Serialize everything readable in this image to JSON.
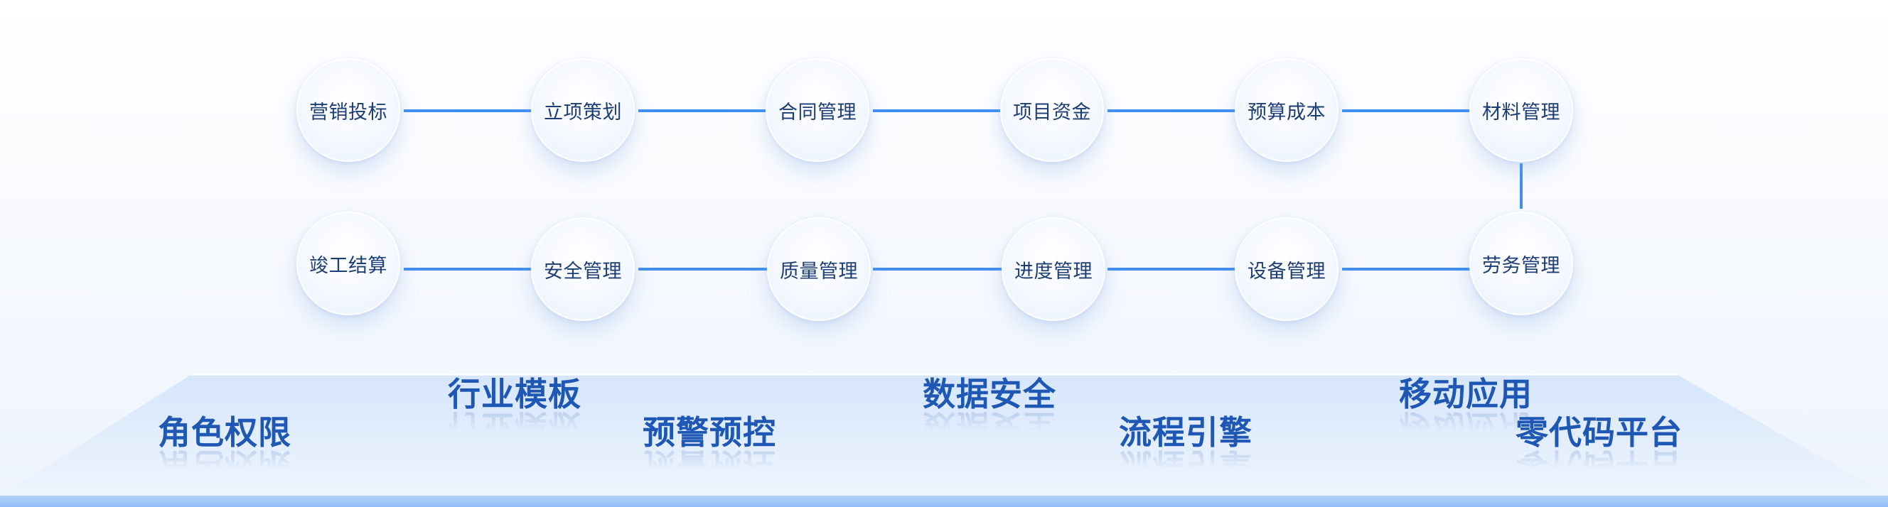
{
  "flow": {
    "row1": [
      "营销投标",
      "立项策划",
      "合同管理",
      "项目资金",
      "预算成本",
      "材料管理"
    ],
    "row2": [
      "竣工结算",
      "安全管理",
      "质量管理",
      "进度管理",
      "设备管理",
      "劳务管理"
    ]
  },
  "features": {
    "top": [
      "行业模板",
      "数据安全",
      "移动应用"
    ],
    "bottom": [
      "角色权限",
      "预警预控",
      "流程引擎",
      "零代码平台"
    ]
  },
  "colors": {
    "connector": "#3f8ff0",
    "node_text": "#1d3d75",
    "feature_text": "#1f58b4",
    "platform_top": "#dce9fb",
    "bottom_bar": "#9cc5f8"
  }
}
